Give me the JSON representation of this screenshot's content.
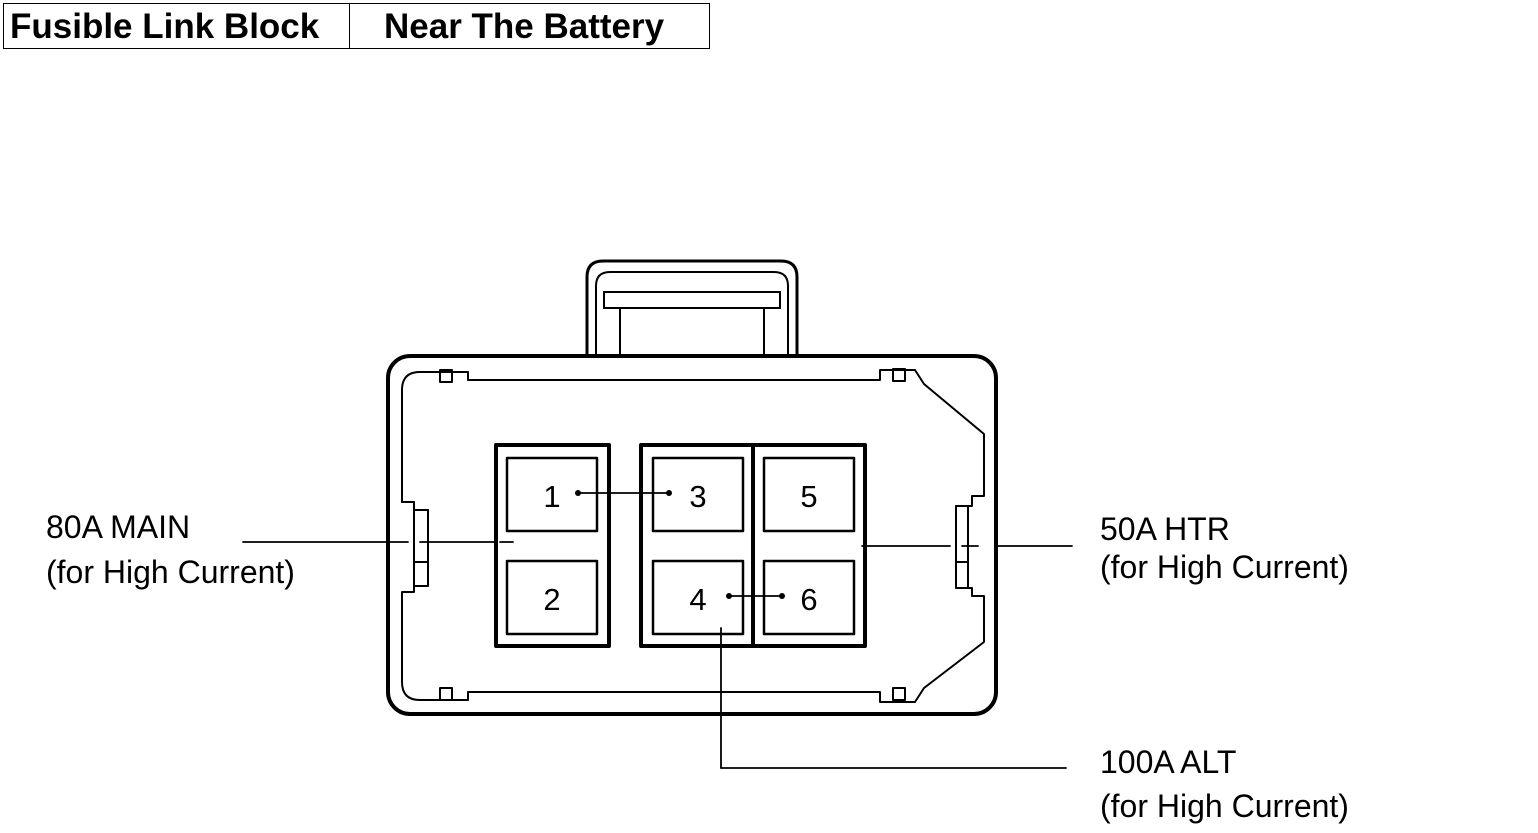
{
  "header": {
    "title": "Fusible Link Block",
    "location": "Near The Battery"
  },
  "fuses": [
    {
      "id": "1",
      "label": "1"
    },
    {
      "id": "2",
      "label": "2"
    },
    {
      "id": "3",
      "label": "3"
    },
    {
      "id": "4",
      "label": "4"
    },
    {
      "id": "5",
      "label": "5"
    },
    {
      "id": "6",
      "label": "6"
    }
  ],
  "callouts": {
    "main": {
      "rating": "80A MAIN",
      "note": "(for High Current)"
    },
    "htr": {
      "rating": "50A HTR",
      "note": "(for High Current)"
    },
    "alt": {
      "rating": "100A ALT",
      "note": "(for High Current)"
    }
  },
  "colors": {
    "ink": "#000000",
    "paper": "#ffffff"
  }
}
